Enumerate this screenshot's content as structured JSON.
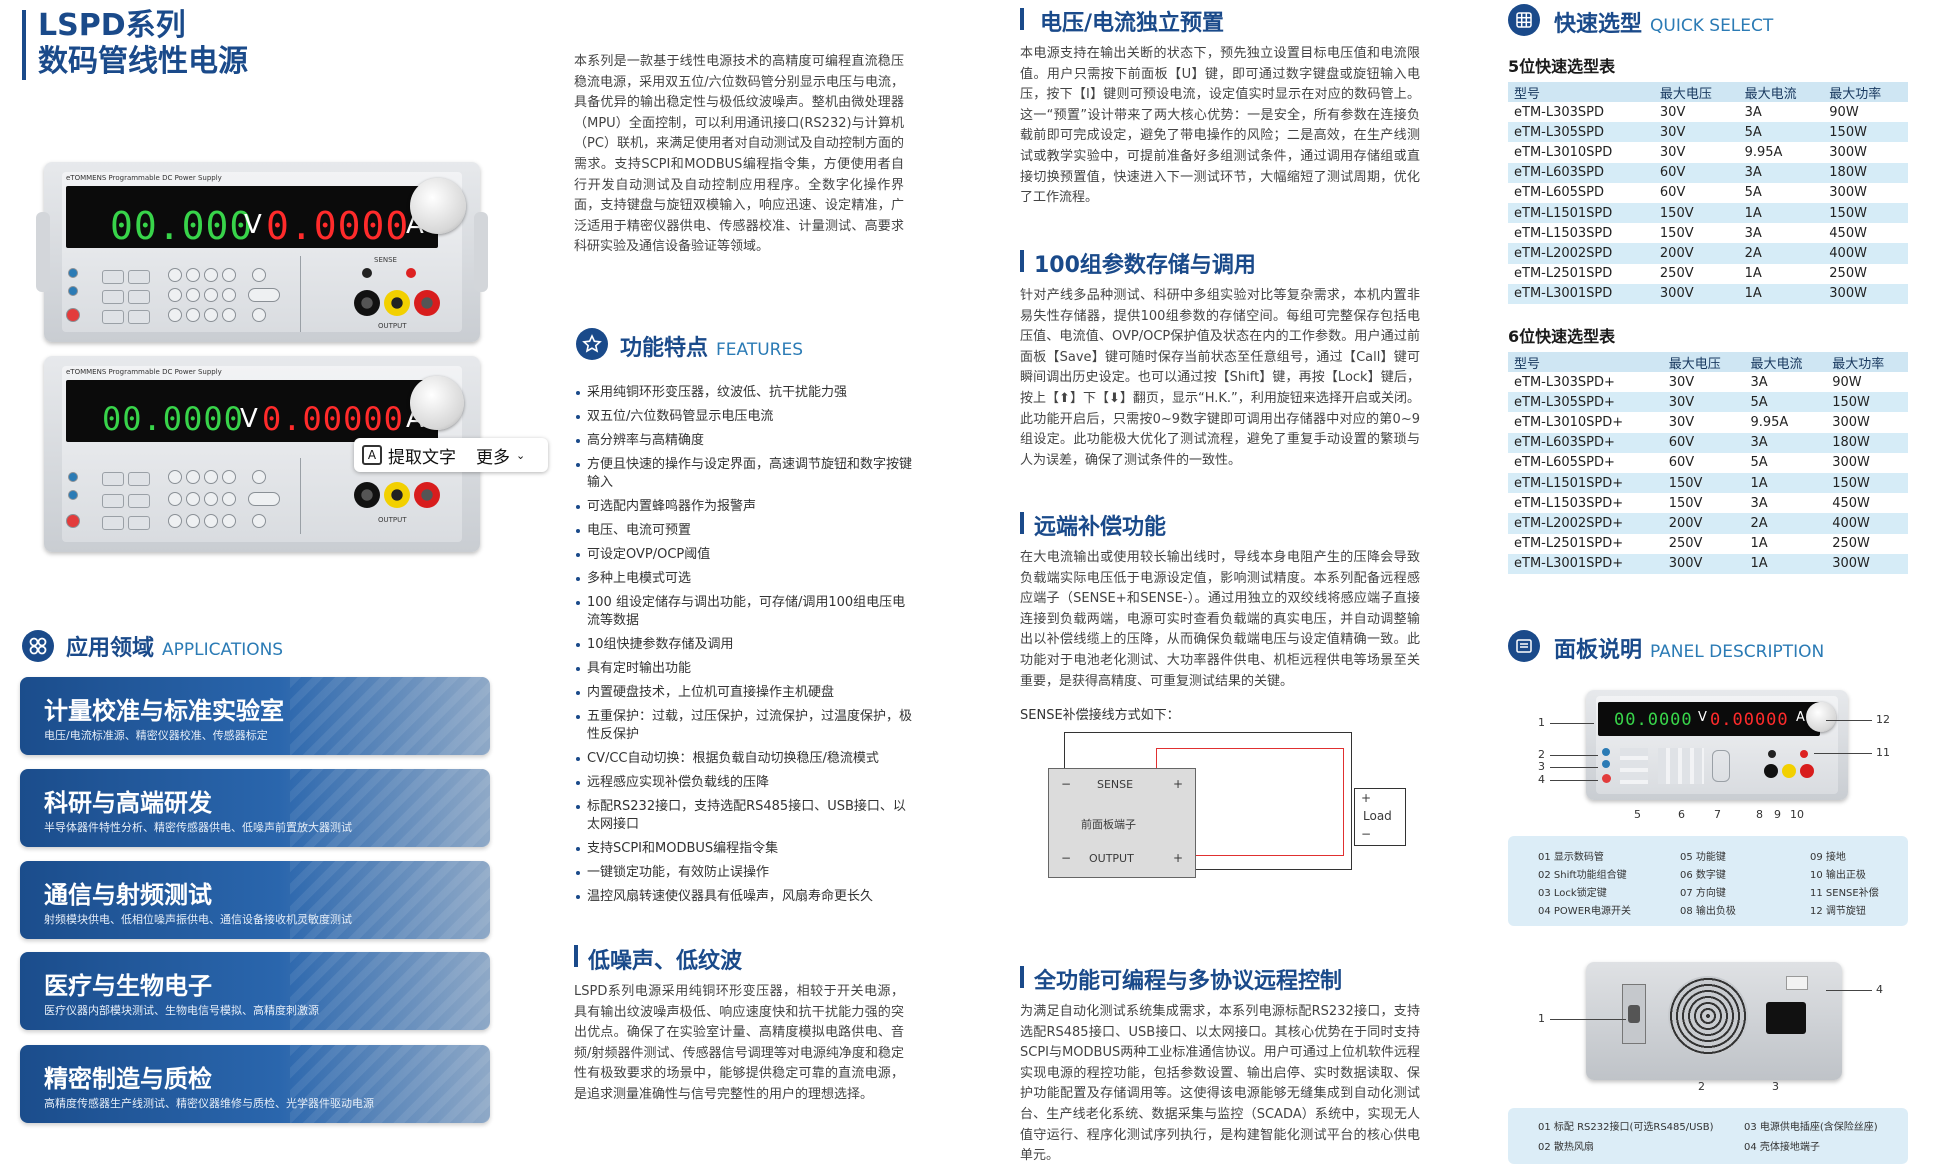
{
  "header": {
    "line1": "LSPD系列",
    "line2": "数码管线性电源"
  },
  "device": {
    "brand": "eTOMMENS",
    "model_text": "Programmable DC Power Supply",
    "top": {
      "voltage": "00.000",
      "current": "0.0000"
    },
    "bottom": {
      "voltage": "00.0000",
      "current": "0.00000"
    },
    "unit_v": "V",
    "unit_a": "A",
    "sense": "SENSE",
    "output": "OUTPUT"
  },
  "ocr_popup": {
    "extract": "提取文字",
    "more": "更多"
  },
  "applications": {
    "title": "应用领域",
    "subtitle": "APPLICATIONS",
    "items": [
      {
        "title": "计量校准与标准实验室",
        "desc": "电压/电流标准源、精密仪器校准、传感器标定"
      },
      {
        "title": "科研与高端研发",
        "desc": "半导体器件特性分析、精密传感器供电、低噪声前置放大器测试"
      },
      {
        "title": "通信与射频测试",
        "desc": "射频模块供电、低相位噪声振供电、通信设备接收机灵敏度测试"
      },
      {
        "title": "医疗与生物电子",
        "desc": "医疗仪器内部模块测试、生物电信号模拟、高精度刺激源"
      },
      {
        "title": "精密制造与质检",
        "desc": "高精度传感器生产线测试、精密仪器维修与质检、光学器件驱动电源"
      }
    ]
  },
  "intro": "本系列是一款基于线性电源技术的高精度可编程直流稳压稳流电源，采用双五位/六位数码管分别显示电压与电流，具备优异的输出稳定性与极低纹波噪声。整机由微处理器（MPU）全面控制，可以利用通讯接口(RS232)与计算机（PC）联机，来满足使用者对自动测试及自动控制方面的需求。支持SCPI和MODBUS编程指令集，方便使用者自行开发自动测试及自动控制应用程序。全数字化操作界面，支持键盘与旋钮双模输入，响应迅速、设定精准，广泛适用于精密仪器供电、传感器校准、计量测试、高要求科研实验及通信设备验证等领域。",
  "features": {
    "title": "功能特点",
    "subtitle": "FEATURES",
    "items": [
      "采用纯铜环形变压器，纹波低、抗干扰能力强",
      "双五位/六位数码管显示电压电流",
      "高分辨率与高精确度",
      "方便且快速的操作与设定界面，高速调节旋钮和数字按键输入",
      "可选配内置蜂鸣器作为报警声",
      "电压、电流可预置",
      "可设定OVP/OCP阈值",
      "多种上电模式可选",
      "100 组设定储存与调出功能，可存储/调用100组电压电流等数据",
      "10组快捷参数存储及调用",
      "具有定时输出功能",
      "内置硬盘技术，上位机可直接操作主机硬盘",
      "五重保护：过载，过压保护，过流保护，过温度保护，极性反保护",
      "CV/CC自动切换：根据负载自动切换稳压/稳流模式",
      "远程感应实现补偿负载线的压降",
      "标配RS232接口，支持选配RS485接口、USB接口、以太网接口",
      "支持SCPI和MODBUS编程指令集",
      "一键锁定功能，有效防止误操作",
      "温控风扇转速使仪器具有低噪声，风扇寿命更长久"
    ]
  },
  "low_noise": {
    "title": "低噪声、低纹波",
    "text": "LSPD系列电源采用纯铜环形变压器，相较于开关电源，具有输出纹波噪声极低、响应速度快和抗干扰能力强的突出优点。确保了在实验室计量、高精度模拟电路供电、音频/射频器件测试、传感器信号调理等对电源纯净度和稳定性有极致要求的场景中，能够提供稳定可靠的直流电源，是追求测量准确性与信号完整性的用户的理想选择。"
  },
  "preset": {
    "title": "电压/电流独立预置",
    "text": "本电源支持在输出关断的状态下，预先独立设置目标电压值和电流限值。用户只需按下前面板【U】键，即可通过数字键盘或旋钮输入电压，按下【I】键则可预设电流，设定值实时显示在对应的数码管上。这一“预置”设计带来了两大核心优势：一是安全，所有参数在连接负载前即可完成设定，避免了带电操作的风险；二是高效，在生产线测试或教学实验中，可提前准备好多组测试条件，通过调用存储组或直接切换预置值，快速进入下一测试环节，大幅缩短了测试周期，优化了工作流程。"
  },
  "storage": {
    "title": "100组参数存储与调用",
    "text": "针对产线多品种测试、科研中多组实验对比等复杂需求，本机内置非易失性存储器，提供100组参数的存储空间。每组可完整保存包括电压值、电流值、OVP/OCP保护值及状态在内的工作参数。用户通过前面板【Save】键可随时保存当前状态至任意组号，通过【Call】键可瞬间调出历史设定。也可以通过按【Shift】键，再按【Lock】键后，按上【⬆】下【⬇】翻页，显示“H.K.”，利用旋钮来选择开启或关闭。此功能开启后，只需按0~9数字键即可调用出存储器中对应的第0~9组设定。此功能极大优化了测试流程，避免了重复手动设置的繁琐与人为误差，确保了测试条件的一致性。"
  },
  "sense": {
    "title": "远端补偿功能",
    "text": "在大电流输出或使用较长输出线时，导线本身电阻产生的压降会导致负载端实际电压低于电源设定值，影响测试精度。本系列配备远程感应端子（SENSE+和SENSE-）。通过用独立的双绞线将感应端子直接连接到负载两端，电源可实时查看负载端的真实电压，并自动调整输出以补偿线缆上的压降，从而确保负载端电压与设定值精确一致。此功能对于电池老化测试、大功率器件供电、机柜远程供电等场景至关重要，是获得高精度、可重复测试结果的关键。",
    "diagram_caption": "SENSE补偿接线方式如下：",
    "sense_label": "SENSE",
    "front_label": "前面板端子",
    "output_label": "OUTPUT",
    "load_label": "Load",
    "plus": "+",
    "minus": "−"
  },
  "remote": {
    "title": "全功能可编程与多协议远程控制",
    "text": "为满足自动化测试系统集成需求，本系列电源标配RS232接口，支持选配RS485接口、USB接口、以太网接口。其核心优势在于同时支持SCPI与MODBUS两种工业标准通信协议。用户可通过上位机软件远程实现电源的程控功能，包括参数设置、输出启停、实时数据读取、保护功能配置及存储调用等。这使得该电源能够无缝集成到自动化测试台、生产线老化系统、数据采集与监控（SCADA）系统中，实现无人值守运行、程序化测试序列执行，是构建智能化测试平台的核心供电单元。"
  },
  "quick_select": {
    "title": "快速选型",
    "subtitle": "QUICK SELECT",
    "headers": [
      "型号",
      "最大电压",
      "最大电流",
      "最大功率"
    ],
    "five_title": "5位快速选型表",
    "five_rows": [
      [
        "eTM-L303SPD",
        "30V",
        "3A",
        "90W"
      ],
      [
        "eTM-L305SPD",
        "30V",
        "5A",
        "150W"
      ],
      [
        "eTM-L3010SPD",
        "30V",
        "9.95A",
        "300W"
      ],
      [
        "eTM-L603SPD",
        "60V",
        "3A",
        "180W"
      ],
      [
        "eTM-L605SPD",
        "60V",
        "5A",
        "300W"
      ],
      [
        "eTM-L1501SPD",
        "150V",
        "1A",
        "150W"
      ],
      [
        "eTM-L1503SPD",
        "150V",
        "3A",
        "450W"
      ],
      [
        "eTM-L2002SPD",
        "200V",
        "2A",
        "400W"
      ],
      [
        "eTM-L2501SPD",
        "250V",
        "1A",
        "250W"
      ],
      [
        "eTM-L3001SPD",
        "300V",
        "1A",
        "300W"
      ]
    ],
    "six_title": "6位快速选型表",
    "six_rows": [
      [
        "eTM-L303SPD+",
        "30V",
        "3A",
        "90W"
      ],
      [
        "eTM-L305SPD+",
        "30V",
        "5A",
        "150W"
      ],
      [
        "eTM-L3010SPD+",
        "30V",
        "9.95A",
        "300W"
      ],
      [
        "eTM-L603SPD+",
        "60V",
        "3A",
        "180W"
      ],
      [
        "eTM-L605SPD+",
        "60V",
        "5A",
        "300W"
      ],
      [
        "eTM-L1501SPD+",
        "150V",
        "1A",
        "150W"
      ],
      [
        "eTM-L1503SPD+",
        "150V",
        "3A",
        "450W"
      ],
      [
        "eTM-L2002SPD+",
        "200V",
        "2A",
        "400W"
      ],
      [
        "eTM-L2501SPD+",
        "250V",
        "1A",
        "250W"
      ],
      [
        "eTM-L3001SPD+",
        "300V",
        "1A",
        "300W"
      ]
    ]
  },
  "panel": {
    "title": "面板说明",
    "subtitle": "PANEL DESCRIPTION",
    "front_numbers": [
      "1",
      "2",
      "3",
      "4",
      "5",
      "6",
      "7",
      "8",
      "9",
      "10",
      "11",
      "12"
    ],
    "front_display": {
      "voltage": "00.0000",
      "current": "0.00000"
    },
    "front_items": [
      "01 显示数码管",
      "05 功能键",
      "09 接地",
      "02 Shift功能组合键",
      "06 数字键",
      "10 输出正极",
      "03 Lock锁定键",
      "07 方向键",
      "11 SENSE补偿",
      "04 POWER电源开关",
      "08 输出负极",
      "12 调节旋钮"
    ],
    "rear_numbers": [
      "1",
      "2",
      "3",
      "4"
    ],
    "rear_items": [
      "01 标配 RS232接口(可选RS485/USB)",
      "03 电源供电插座(含保险丝座)",
      "02 散热风扇",
      "04 壳体接地端子"
    ]
  },
  "colors": {
    "brand": "#1a4a8a",
    "accent": "#2b7bb5",
    "table_alt": "#d6ecf7",
    "seg_green": "#38d44a",
    "seg_red": "#ff2b2b"
  }
}
